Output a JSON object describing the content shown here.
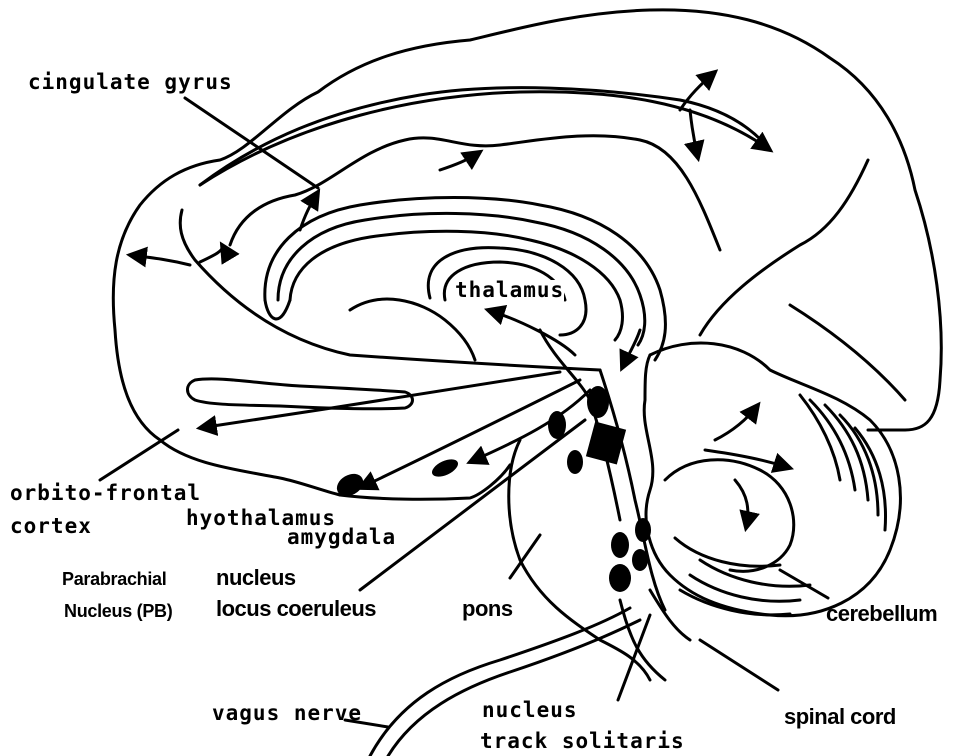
{
  "colors": {
    "ink": "#000000",
    "background": "#ffffff"
  },
  "labels": {
    "cingulate_gyrus": "cingulate gyrus",
    "thalamus": "thalamus",
    "orbito_frontal_line1": "orbito-frontal",
    "orbito_frontal_line2": "cortex",
    "hyothalamus": "hyothalamus",
    "amygdala": "amygdala",
    "parabrachial_line1": "Parabrachial",
    "parabrachial_line2": "Nucleus (PB)",
    "nucleus_locus_line1": "nucleus",
    "nucleus_locus_line2": "locus coeruleus",
    "pons": "pons",
    "cerebellum": "cerebellum",
    "vagus_nerve": "vagus nerve",
    "nts_line1": "nucleus",
    "nts_line2": "track solitaris",
    "spinal_cord": "spinal cord"
  }
}
